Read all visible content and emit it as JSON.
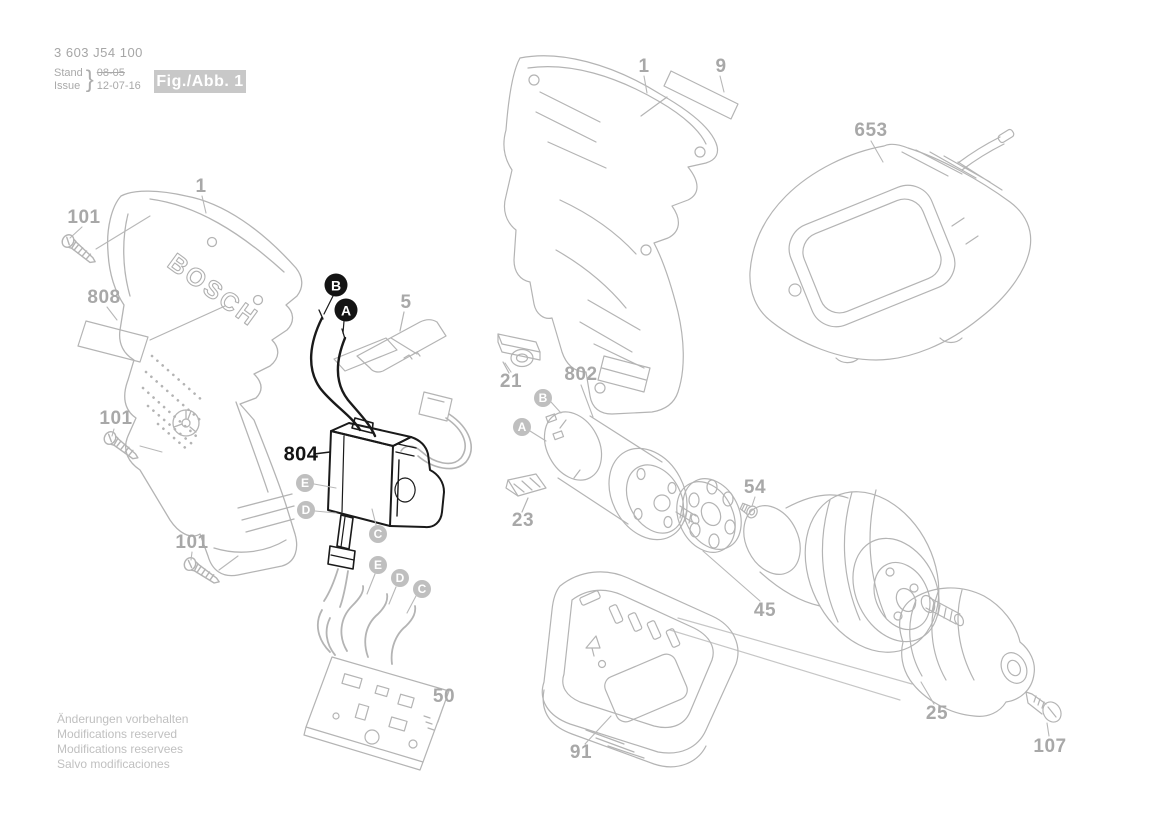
{
  "header": {
    "part_number": "3 603 J54 100",
    "stand_label": "Stand",
    "issue_label": "Issue",
    "brace": "}",
    "stand_value": "08-05",
    "issue_value": "12-07-16",
    "figure_badge": "Fig./Abb. 1"
  },
  "footer": {
    "lines": [
      "Änderungen vorbehalten",
      "Modifications reserved",
      "Modifications reservees",
      "Salvo modificaciones"
    ]
  },
  "brand": "BOSCH",
  "parts": {
    "n1": "1",
    "n5": "5",
    "n9": "9",
    "n21": "21",
    "n23": "23",
    "n25": "25",
    "n45": "45",
    "n50": "50",
    "n54": "54",
    "n91": "91",
    "n101": "101",
    "n107": "107",
    "n653": "653",
    "n802": "802",
    "n804": "804",
    "n808": "808"
  },
  "callouts": {
    "A": "A",
    "B": "B",
    "C": "C",
    "D": "D",
    "E": "E"
  },
  "colors": {
    "diagram_gray": "#b4b4b4",
    "label_gray": "#a8a8a8",
    "highlight_black": "#141414",
    "badge_bg": "#c8c8c8"
  }
}
